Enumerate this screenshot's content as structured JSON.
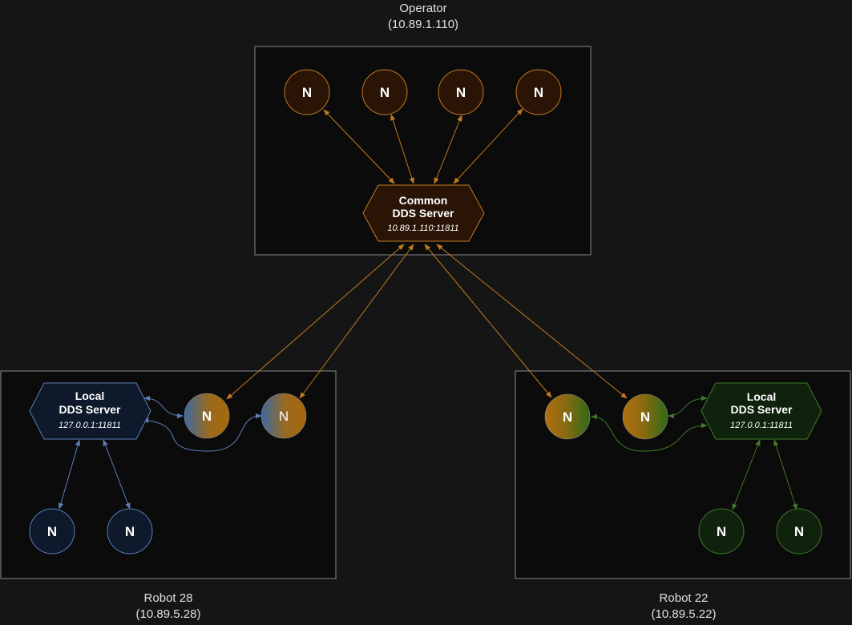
{
  "operator": {
    "name": "Operator",
    "address": "(10.89.1.110)",
    "server": {
      "title_line1": "Common",
      "title_line2": "DDS Server",
      "address": "10.89.1.110:11811"
    },
    "nodes": [
      "N",
      "N",
      "N",
      "N"
    ]
  },
  "robot28": {
    "name": "Robot 28",
    "address": "(10.89.5.28)",
    "server": {
      "title_line1": "Local",
      "title_line2": "DDS Server",
      "address": "127.0.0.1:11811"
    },
    "bridge_nodes": [
      "N",
      "N"
    ],
    "local_nodes": [
      "N",
      "N"
    ]
  },
  "robot22": {
    "name": "Robot 22",
    "address": "(10.89.5.22)",
    "server": {
      "title_line1": "Local",
      "title_line2": "DDS Server",
      "address": "127.0.0.1:11811"
    },
    "bridge_nodes": [
      "N",
      "N"
    ],
    "local_nodes": [
      "N",
      "N"
    ]
  },
  "colors": {
    "background": "#151515",
    "box_fill": "#0b0b0b",
    "box_stroke": "#8a8a8a",
    "operator_accent": "#c27a1f",
    "operator_fill": "#2a1405",
    "robot28_accent": "#5a7fb8",
    "robot28_fill": "#0e1a2b",
    "robot22_accent": "#3f7a2a",
    "robot22_fill": "#0f220c"
  }
}
